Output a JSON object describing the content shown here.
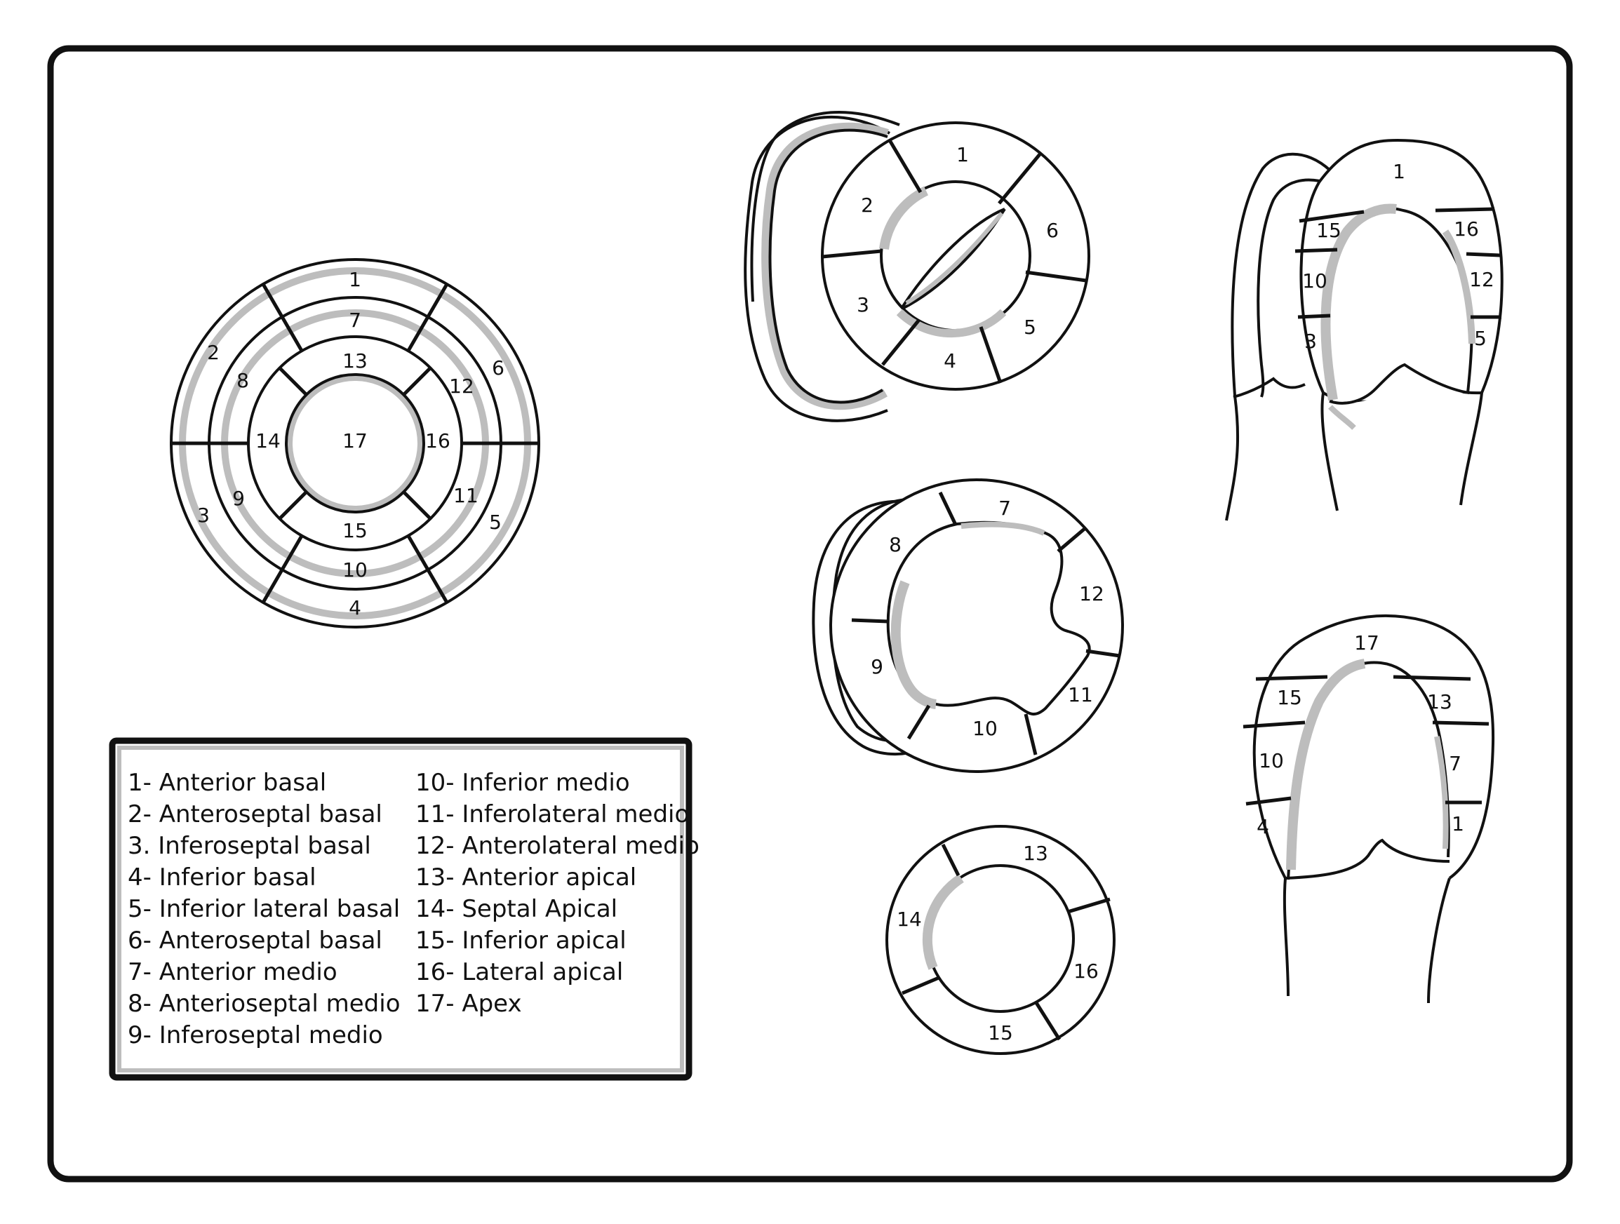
{
  "bullseye": {
    "segments": {
      "s1": "1",
      "s2": "2",
      "s3": "3",
      "s4": "4",
      "s5": "5",
      "s6": "6",
      "s7": "7",
      "s8": "8",
      "s9": "9",
      "s10": "10",
      "s11": "11",
      "s12": "12",
      "s13": "13",
      "s14": "14",
      "s15": "15",
      "s16": "16",
      "s17": "17"
    }
  },
  "basal_view": {
    "labels": [
      "1",
      "2",
      "3",
      "4",
      "5",
      "6"
    ]
  },
  "mid_view": {
    "labels": [
      "7",
      "8",
      "9",
      "10",
      "11",
      "12"
    ]
  },
  "apical_view": {
    "labels": [
      "13",
      "14",
      "15",
      "16"
    ]
  },
  "long_axis_top": {
    "labels": [
      "1",
      "15",
      "16",
      "10",
      "12",
      "3",
      "5"
    ]
  },
  "long_axis_bottom": {
    "labels": [
      "17",
      "15",
      "13",
      "10",
      "7",
      "4",
      "1"
    ]
  },
  "legend": {
    "col1": [
      "1- Anterior basal",
      "2- Anteroseptal basal",
      "3. Inferoseptal basal",
      "4- Inferior basal",
      "5- Inferior lateral basal",
      "6- Anteroseptal basal",
      "7- Anterior medio",
      "8- Anterioseptal medio",
      "9- Inferoseptal medio"
    ],
    "col2": [
      "10- Inferior medio",
      "11- Inferolateral medio",
      "12- Anterolateral medio",
      "13- Anterior apical",
      "14- Septal Apical",
      "15- Inferior apical",
      "16- Lateral apical",
      "17- Apex"
    ]
  }
}
